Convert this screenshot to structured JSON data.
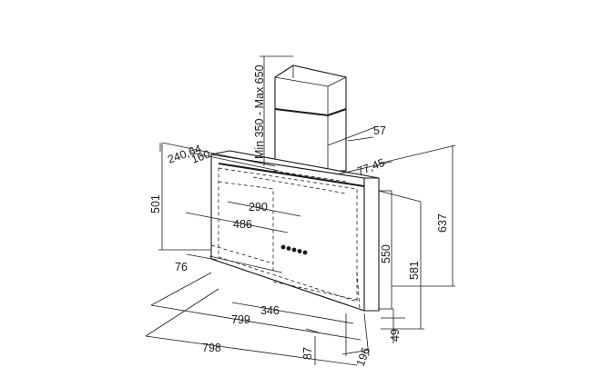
{
  "dimensions": {
    "chimney_range": "Min 350 - Max 650",
    "d57": "57",
    "d240_64": "240,64",
    "d160": "160",
    "d77_45": "77,45",
    "d637": "637",
    "d501": "501",
    "d290": "290",
    "d486": "486",
    "d550": "550",
    "d581": "581",
    "d76": "76",
    "d346": "346",
    "d799": "799",
    "d798": "798",
    "d87": "87",
    "d49": "49",
    "d196": "196"
  }
}
